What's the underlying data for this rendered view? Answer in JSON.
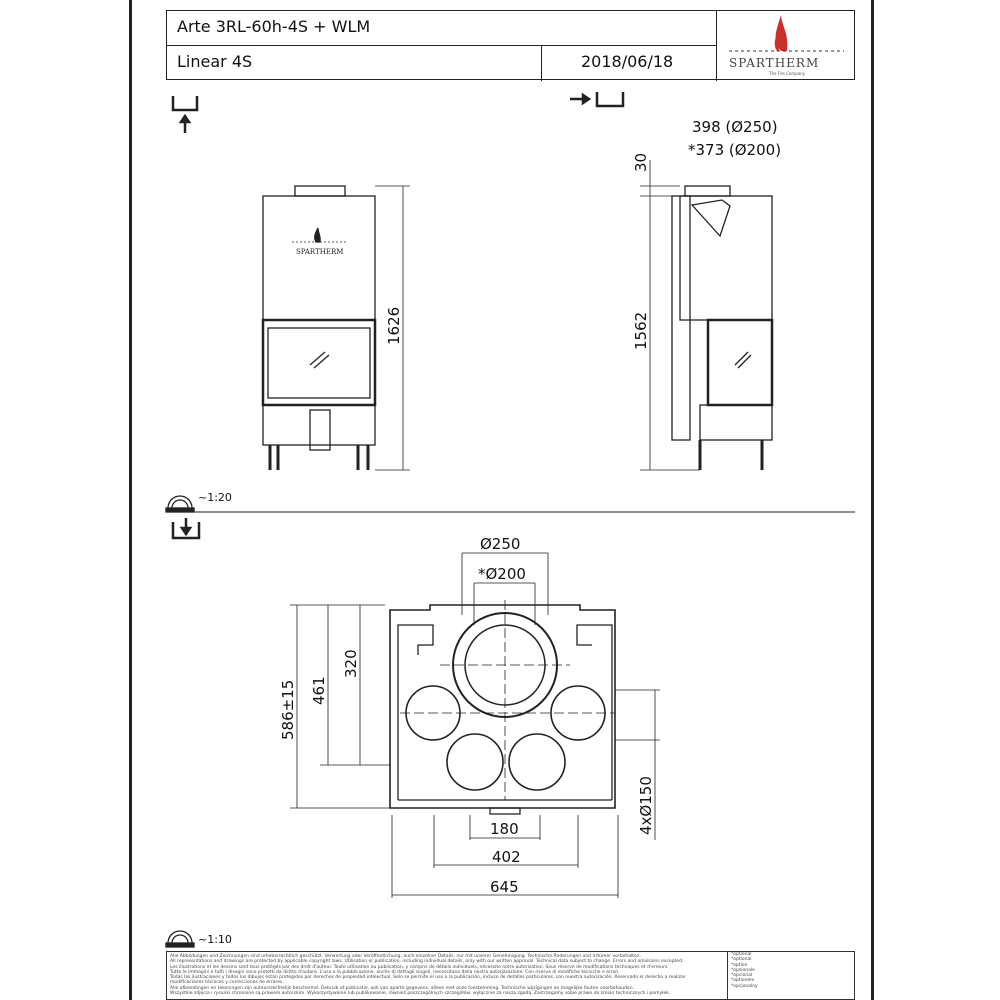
{
  "title_block": {
    "model": "Arte 3RL-60h-4S + WLM",
    "series": "Linear 4S",
    "date": "2018/06/18",
    "logo_text": "SPARTHERM",
    "logo_tagline": "The Fire Company"
  },
  "views": {
    "front": {
      "icon": "front-view-arrow-up-icon",
      "height_dim": "1626",
      "logo_text": "SPARTHERM"
    },
    "side": {
      "icon": "side-view-arrow-right-icon",
      "outlet_dim_1": "398 (Ø250)",
      "outlet_dim_2": "*373 (Ø200)",
      "top_dim": "30",
      "height_dim": "1562"
    },
    "scale_top": "~1:20",
    "plan": {
      "icon": "top-view-arrow-down-icon",
      "dia_outer": "Ø250",
      "dia_inner": "*Ø200",
      "depth_total": "586±15",
      "depth_461": "461",
      "depth_320": "320",
      "inlets": "4xØ150",
      "width_180": "180",
      "width_402": "402",
      "width_645": "645"
    },
    "scale_bottom": "~1:10"
  },
  "legal": {
    "lines": [
      "Alle Abbildungen und Zeichnungen sind urheberrechtlich geschützt. Verwertung oder Veröffentlichung, auch einzelner Details, nur mit unserer Genehmigung. Technische Änderungen und Irrtümer vorbehalten.",
      "All representations and drawings are protected by applicable copyright laws. Utilisation or publication, including individual details, only with our written approval. Technical data subject to change. Errors and omissions excepted.",
      "Les illustrations et les dessins sont tous protégés par des droit d'auteur. Toute utilisation ou publication, y compris de détails individuels, nécessite notre autorisation. Sous réserve de modifications techniques et d'erreurs.",
      "Tutte le immagini e tutti i disegni sono protetti da diritto d'autore. L'uso o la pubblicazione, anche di dettagli singoli, necessitano della nostra autorizzazione. Con riserva di modifiche tecniche e errori.",
      "Todas las ilustraciones y todos los dibujos están protegidos por derechos de propiedad intelectual. Solo se permite el uso o la publicación, incluso de detalles particulares, con nuestra autorización. Reservado el derecho a realizar modificaciones técnicas y correcciones de errores.",
      "Alle afbeeldingen en tekeningen zijn auteursrechtelijk beschermd. Gebruik of publicatie, ook van aparte gegevens, alleen met onze toestemming. Technische wijzigingen en mogelijke fouten voorbehouden.",
      "Wszystkie zdjęcia i rysunki chronione są prawem autorskim. Wykorzystywanie lub publikowanie, również poszczególnych szczegółów, wyłącznie za naszą zgodą. Zastrzegamy sobie prawo do zmian technicznych i pomyłek."
    ],
    "optional": [
      "*optional",
      "*optional",
      "*option",
      "*opzionale",
      "*opcional",
      "*optionele",
      "*opcjonalny"
    ]
  },
  "colors": {
    "line": "#222222",
    "flame": "#c8302a"
  }
}
